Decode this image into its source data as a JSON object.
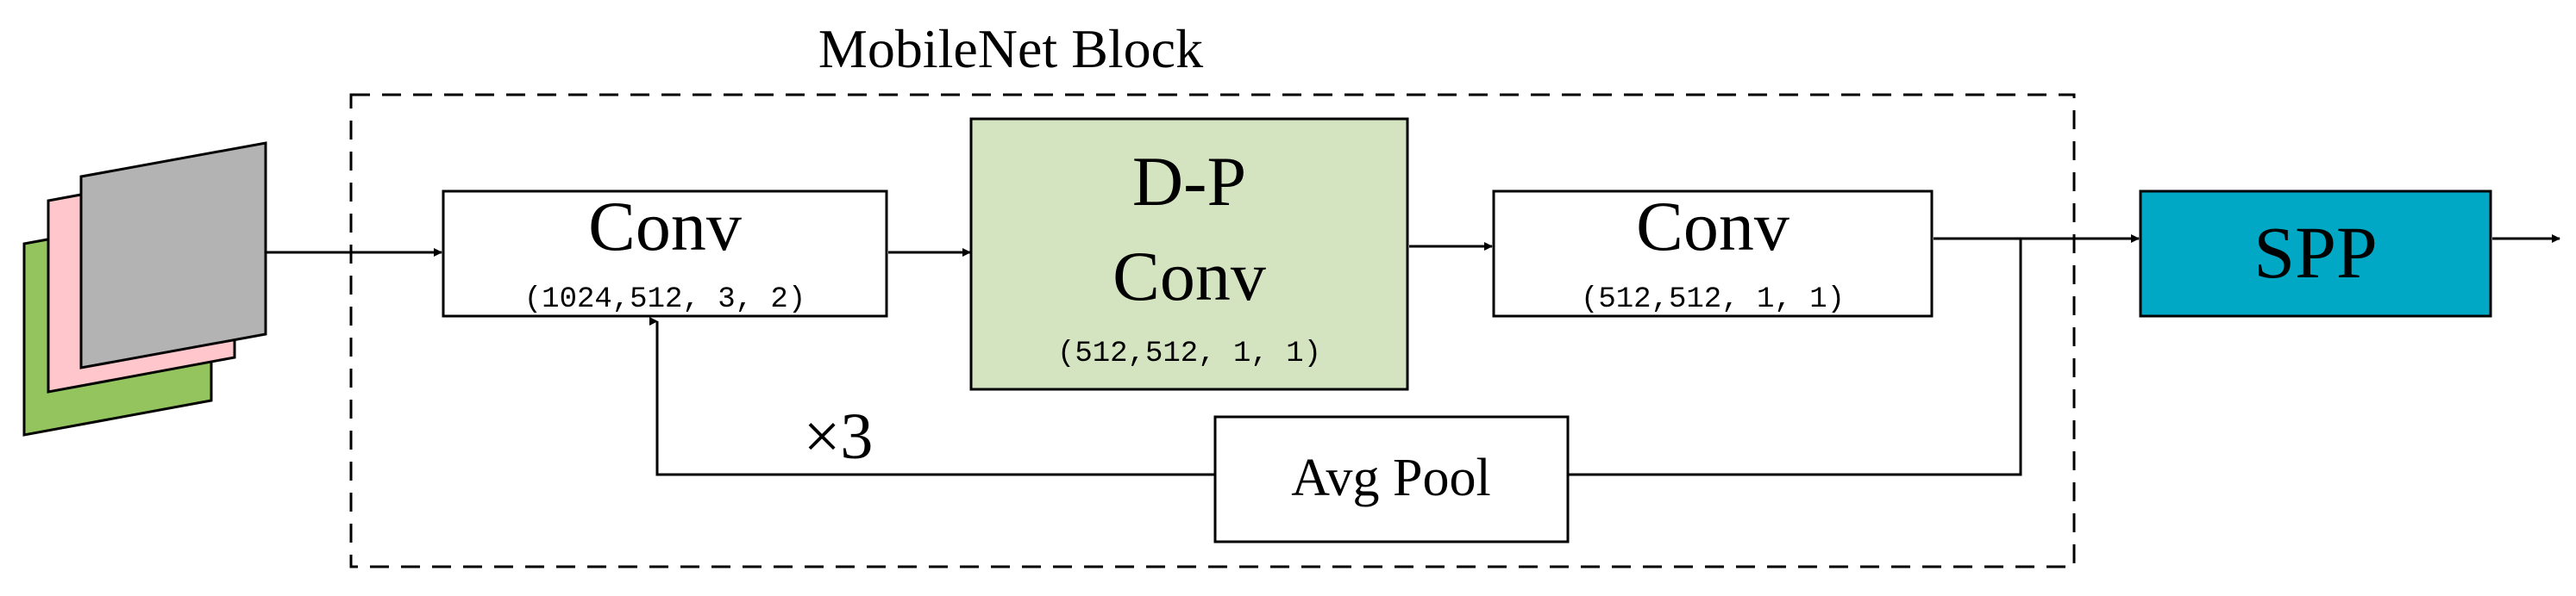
{
  "block": {
    "title": "MobileNet Block"
  },
  "nodes": {
    "conv1": {
      "label": "Conv",
      "params": "(1024,512, 3, 2)"
    },
    "dp_conv": {
      "label_line1": "D-P",
      "label_line2": "Conv",
      "params": "(512,512, 1, 1)"
    },
    "conv2": {
      "label": "Conv",
      "params": "(512,512, 1, 1)"
    },
    "avg_pool": {
      "label": "Avg Pool"
    },
    "spp": {
      "label": "SPP"
    }
  },
  "repeat": {
    "label": "×3"
  },
  "colors": {
    "dp_conv_fill": "#d5e4c0",
    "spp_fill": "#00a8c6",
    "layer_green": "#94c45e",
    "layer_pink": "#ffc7cc",
    "layer_gray": "#b3b3b3",
    "stroke": "#000000"
  }
}
